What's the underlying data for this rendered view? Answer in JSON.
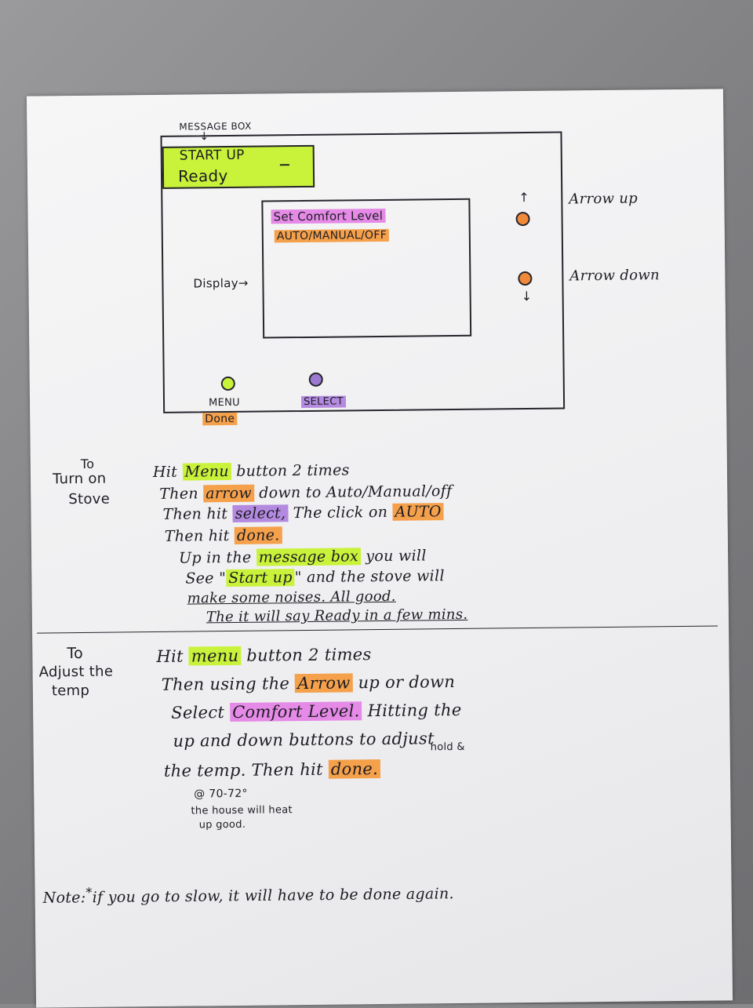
{
  "diagram": {
    "message_box_label": "MESSAGE BOX",
    "message_box_arrow": "↓",
    "message_box_line1": "START UP",
    "message_box_line2": "Ready",
    "display_label": "Display→",
    "display_line1": "Set Comfort Level",
    "display_line2": "AUTO/MANUAL/OFF",
    "arrow_up_symbol": "↑",
    "arrow_down_symbol": "↓",
    "arrow_up_label": "Arrow up",
    "arrow_down_label": "Arrow down",
    "menu_label": "MENU",
    "done_label": "Done",
    "select_label": "SELECT"
  },
  "section_turn_on": {
    "heading_line1": "To",
    "heading_line2": "Turn on",
    "heading_line3": "Stove",
    "l1_pre": "Hit ",
    "l1_menu": "Menu",
    "l1_post": " button 2 times",
    "l2_pre": "Then ",
    "l2_arrow": "arrow",
    "l2_post": " down to Auto/Manual/off",
    "l3_pre": "Then hit ",
    "l3_select": "select,",
    "l3_mid": " The click on ",
    "l3_auto": "AUTO",
    "l4_pre": "Then hit ",
    "l4_done": "done.",
    "l5_pre": "Up in the ",
    "l5_box": "message box",
    "l5_post": " you will",
    "l6_pre": "See \"",
    "l6_start": "Start up",
    "l6_post": "\" and the stove will",
    "l7": "make some noises. All good.",
    "l8": "The it will say Ready in a few mins."
  },
  "section_adjust": {
    "heading_line1": "To",
    "heading_line2": "Adjust the",
    "heading_line3": "temp",
    "l1_pre": "Hit ",
    "l1_menu": "menu",
    "l1_post": " button 2 times",
    "l2_pre": "Then using the ",
    "l2_arrow": "Arrow",
    "l2_post": " up or down",
    "l3_pre": "Select ",
    "l3_comfort": "Comfort Level.",
    "l3_post": " Hitting the",
    "l4": "up and down buttons to adjust",
    "l4_insert": "hold &",
    "l5_pre": "the temp. Then hit ",
    "l5_done": "done.",
    "n1": "@ 70-72°",
    "n2": "the house will heat",
    "n3": "up good."
  },
  "note": {
    "label": "Note:",
    "star": "*",
    "text": "if you go to slow, it will have to be done again."
  },
  "colors": {
    "green": "#c9f23a",
    "orange": "#f5a04a",
    "purple": "#b48ae0",
    "pink": "#e58ae6",
    "ink": "#1d1d24"
  }
}
